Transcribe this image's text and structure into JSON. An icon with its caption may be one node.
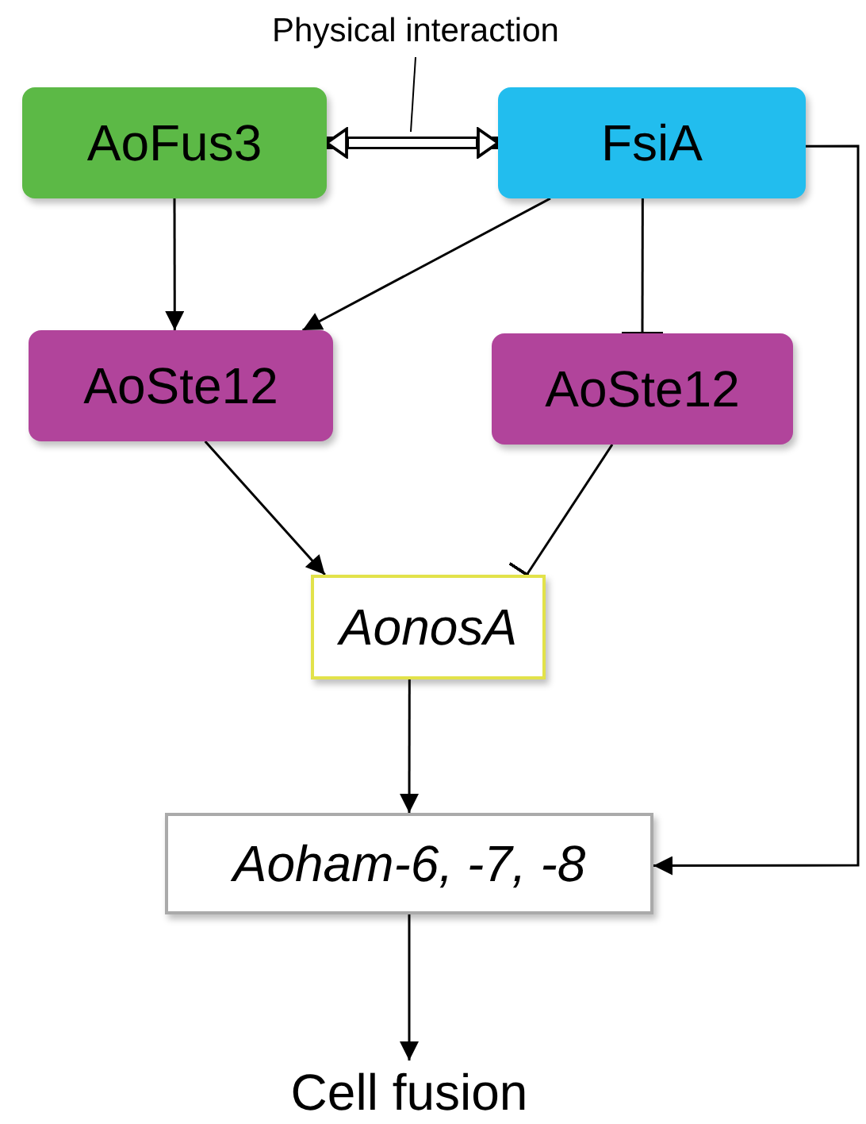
{
  "diagram": {
    "nodes": [
      {
        "text": [
          "AoFus3"
        ]
      },
      {
        "text": [
          "FsiA"
        ]
      },
      {
        "text": [
          "AoSte12"
        ]
      },
      {
        "text": [
          "AoSte12"
        ]
      },
      {
        "text": [
          "AonosA"
        ]
      },
      {
        "text": [
          "Aoham-6, -7, -8"
        ]
      },
      {
        "text": [
          "Cell fusion"
        ]
      }
    ],
    "edges": [
      {
        "from": 0,
        "to": 1,
        "arrow": "both",
        "label": "Physical interaction",
        "style": "thick"
      },
      {
        "from": 0,
        "to": 2,
        "arrow": "to"
      },
      {
        "from": 1,
        "to": 2,
        "arrow": "to"
      },
      {
        "from": 1,
        "to": 3,
        "arrow": "other"
      },
      {
        "from": 2,
        "to": 4,
        "arrow": "to"
      },
      {
        "from": 3,
        "to": 4,
        "arrow": "other"
      },
      {
        "from": 4,
        "to": 5,
        "arrow": "to"
      },
      {
        "from": 1,
        "to": 5,
        "arrow": "to"
      },
      {
        "from": 5,
        "to": 6,
        "arrow": "to"
      }
    ]
  }
}
